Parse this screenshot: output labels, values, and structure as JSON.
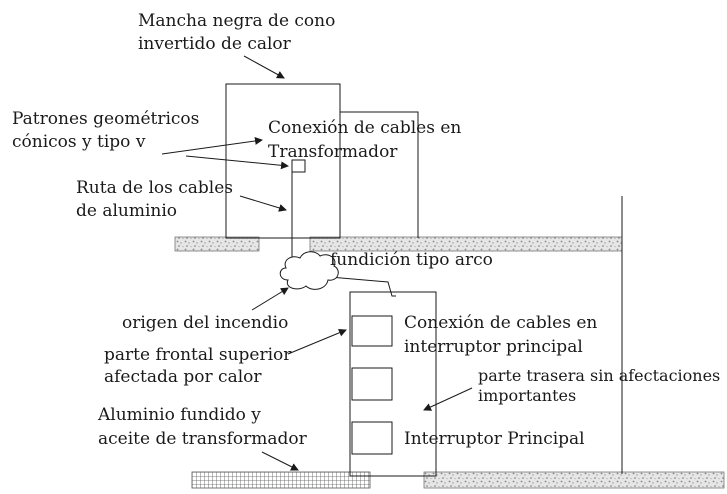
{
  "labels": {
    "mancha_l1": "Mancha negra de cono",
    "mancha_l2": "invertido de calor",
    "patrones_l1": "Patrones geométricos",
    "patrones_l2": "cónicos y tipo v",
    "transformador_l1": "Conexión de cables en",
    "transformador_l2": "Transformador",
    "ruta_l1": "Ruta de los cables",
    "ruta_l2": "de aluminio",
    "fundicion": "fundición tipo arco",
    "origen": "origen del incendio",
    "interruptor_l1": "Conexión de cables en",
    "interruptor_l2": "interruptor principal",
    "frontal_l1": "parte frontal superior",
    "frontal_l2": "afectada por calor",
    "trasera_l1": "parte trasera sin afectaciones",
    "trasera_l2": "importantes",
    "aluminio_l1": "Aluminio fundido y",
    "aluminio_l2": "aceite de transformador",
    "interruptor_principal": "Interruptor Principal"
  },
  "colors": {
    "ink": "#1a1a1a",
    "hatch": "#9a9a9a",
    "gravel": "#d9d9d9"
  }
}
